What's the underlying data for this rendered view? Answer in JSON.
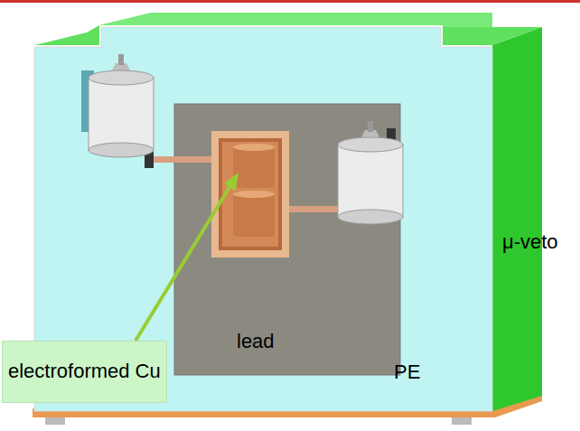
{
  "diagram": {
    "nodes": [
      {
        "text": [
          "electroformed Cu"
        ]
      }
    ],
    "labels": [
      "μ-veto",
      "lead",
      "PE"
    ]
  }
}
